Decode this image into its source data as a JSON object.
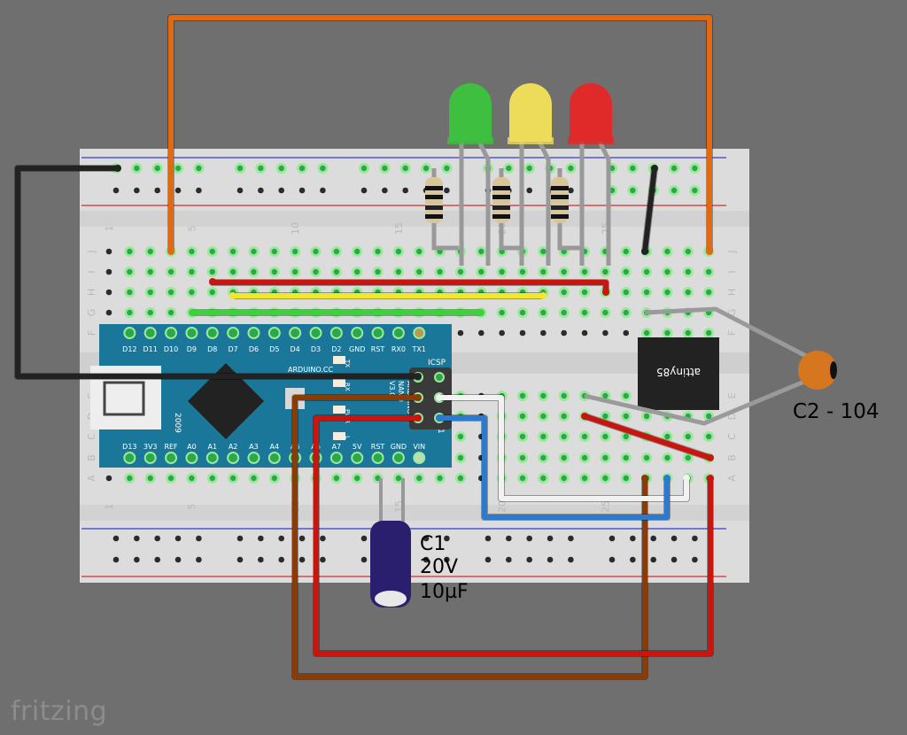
{
  "logo": "fritzing",
  "breadboard": {
    "row_letters_top": [
      "J",
      "I",
      "H",
      "G",
      "F"
    ],
    "row_letters_bottom": [
      "E",
      "D",
      "C",
      "B",
      "A"
    ],
    "column_numbers": [
      "1",
      "5",
      "10",
      "15",
      "20",
      "25"
    ]
  },
  "arduino": {
    "brand": "ARDUINO.CC",
    "model_lines": [
      "ARDUINO",
      "NANO",
      "V3.0"
    ],
    "year": "2009",
    "icsp": "ICSP",
    "icsp_pin1": "1",
    "top_pins": [
      "D12",
      "D11",
      "D10",
      "D9",
      "D8",
      "D7",
      "D6",
      "D5",
      "D4",
      "D3",
      "D2",
      "GND",
      "RST",
      "RX0",
      "TX1"
    ],
    "bottom_pins": [
      "D13",
      "3V3",
      "REF",
      "A0",
      "A1",
      "A2",
      "A3",
      "A4",
      "A5",
      "A6",
      "A7",
      "5V",
      "RST",
      "GND",
      "VIN"
    ],
    "led_labels": [
      "TX",
      "RX",
      "PWR",
      "L"
    ],
    "color": "#1b7799"
  },
  "chip": {
    "label": "attiny85"
  },
  "capacitor_c1": {
    "name": "C1",
    "voltage": "20V",
    "value": "10µF"
  },
  "capacitor_c2": {
    "label": "C2 - 104"
  },
  "leds": [
    {
      "color": "green",
      "hex": "#3fbf3f"
    },
    {
      "color": "yellow",
      "hex": "#ecdc5a"
    },
    {
      "color": "red",
      "hex": "#e02a2a"
    }
  ],
  "wire_colors": {
    "orange": "#e3690f",
    "black": "#222222",
    "red": "#c8160f",
    "yellow": "#f1e82a",
    "green": "#3dd13d",
    "brown": "#8a3b06",
    "white": "#f2f2f2",
    "blue": "#2a7bd0",
    "grey": "#9a9a9a"
  }
}
